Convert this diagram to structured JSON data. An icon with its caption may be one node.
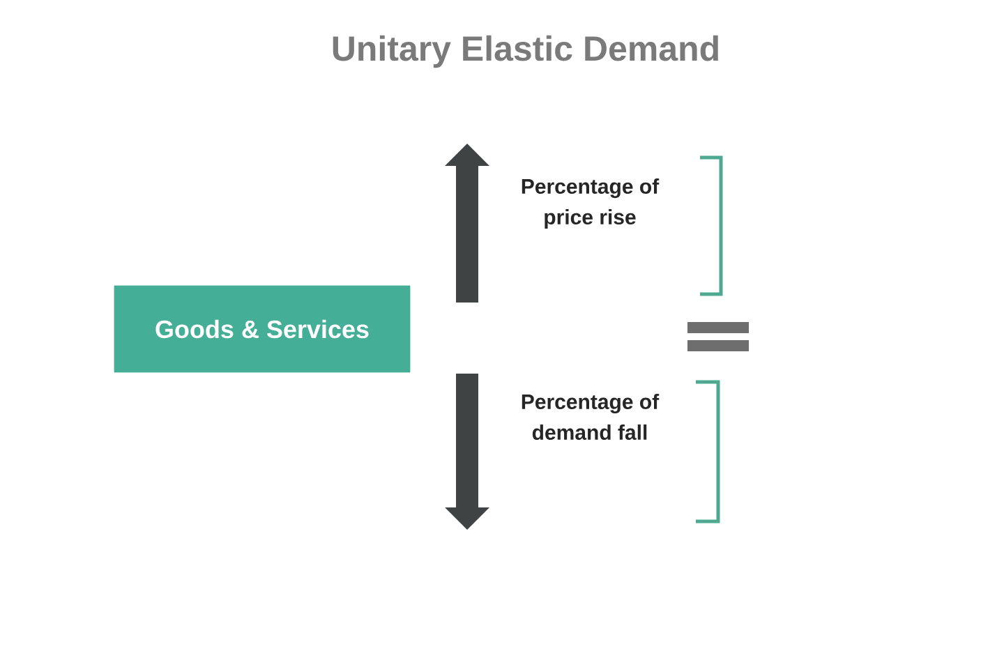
{
  "diagram": {
    "title": "Unitary Elastic Demand",
    "nodes": [
      {
        "text": [
          "Goods & Services"
        ]
      }
    ],
    "labels": [
      "Percentage of price rise",
      "Percentage of demand fall"
    ]
  }
}
